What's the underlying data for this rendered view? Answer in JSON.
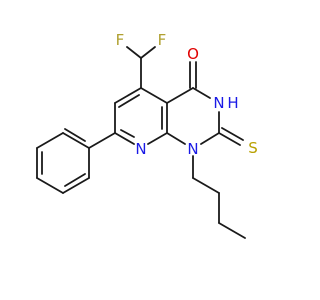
{
  "molecule": {
    "atoms": {
      "F1": {
        "symbol": "F",
        "color": "#b0a030"
      },
      "F2": {
        "symbol": "F",
        "color": "#b0a030"
      },
      "O": {
        "symbol": "O",
        "color": "#e00000"
      },
      "N3": {
        "symbol": "N",
        "color": "#1a1ae6"
      },
      "H3": {
        "symbol": "H",
        "color": "#1a1ae6"
      },
      "N8": {
        "symbol": "N",
        "color": "#1a1ae6"
      },
      "N1": {
        "symbol": "N",
        "color": "#1a1ae6"
      },
      "S": {
        "symbol": "S",
        "color": "#b8a000"
      }
    },
    "bond_color": "#1a1a1a"
  }
}
